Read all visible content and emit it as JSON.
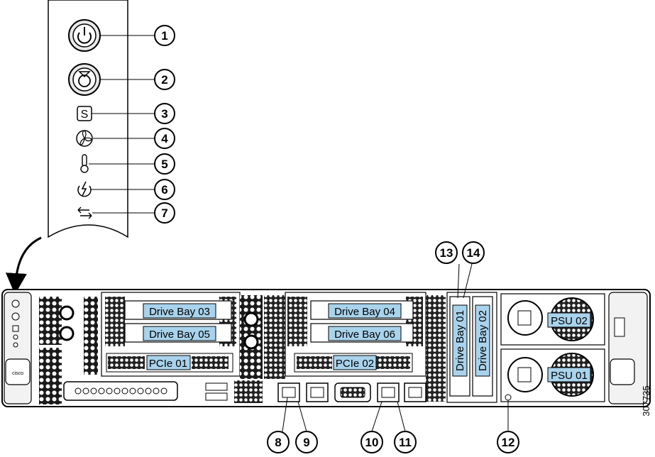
{
  "figure_id": "307735",
  "front_panel_callouts": [
    "1",
    "2",
    "3",
    "4",
    "5",
    "6",
    "7"
  ],
  "chassis_callouts": [
    "8",
    "9",
    "10",
    "11",
    "12",
    "13",
    "14"
  ],
  "drive_bays": {
    "bay03": "Drive Bay 03",
    "bay04": "Drive Bay 04",
    "bay05": "Drive Bay 05",
    "bay06": "Drive Bay 06",
    "bay01": "Drive Bay 01",
    "bay02": "Drive Bay 02"
  },
  "pcie": {
    "slot01": "PCIe 01",
    "slot02": "PCIe 02"
  },
  "psu": {
    "psu01": "PSU 01",
    "psu02": "PSU 02"
  },
  "indicator_icons": [
    "power-button-icon",
    "unit-id-button-icon",
    "system-status-icon",
    "fan-status-icon",
    "temperature-status-icon",
    "power-supply-status-icon",
    "network-link-icon"
  ]
}
